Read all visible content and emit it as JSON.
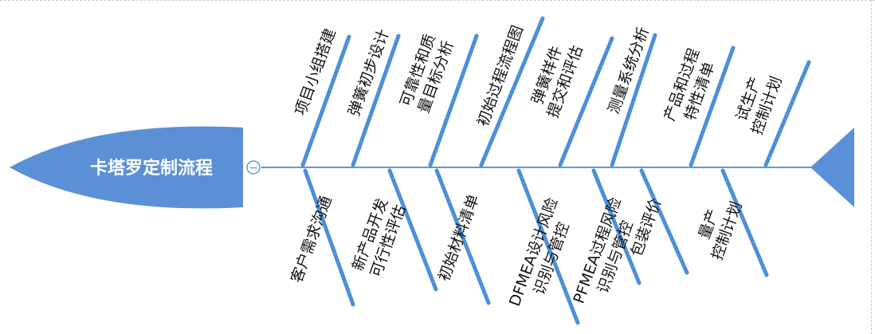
{
  "diagram": {
    "head_title": "卡塔罗定制流程",
    "collapse_symbol": "−",
    "colors": {
      "bone": "#4e8fd8",
      "spine": "#5b9bd5",
      "head": "#5b8fd6",
      "text": "#111111"
    },
    "top_bones": [
      {
        "lines": [
          "项目小组搭建"
        ]
      },
      {
        "lines": [
          "弹簧初步设计"
        ]
      },
      {
        "lines": [
          "可靠性和质",
          "量目标分析"
        ]
      },
      {
        "lines": [
          "初始过程流程图"
        ]
      },
      {
        "lines": [
          "弹簧样件",
          "提交和评估"
        ]
      },
      {
        "lines": [
          "测量系统分析"
        ]
      },
      {
        "lines": [
          "产品和过程",
          "特性清单"
        ]
      },
      {
        "lines": [
          "试生产",
          "控制计划"
        ]
      }
    ],
    "bottom_bones": [
      {
        "lines": [
          "客户需求沟通"
        ]
      },
      {
        "lines": [
          "新产品开发",
          "可行性评估"
        ]
      },
      {
        "lines": [
          "初始材料清单"
        ]
      },
      {
        "lines": [
          "DFMEA设计风险",
          "识别与管控"
        ]
      },
      {
        "lines": [
          "PFMEA过程风险",
          "识别与管控"
        ]
      },
      {
        "lines": [
          "包装评价"
        ]
      },
      {
        "lines": [
          "量产",
          "控制计划"
        ]
      }
    ]
  }
}
